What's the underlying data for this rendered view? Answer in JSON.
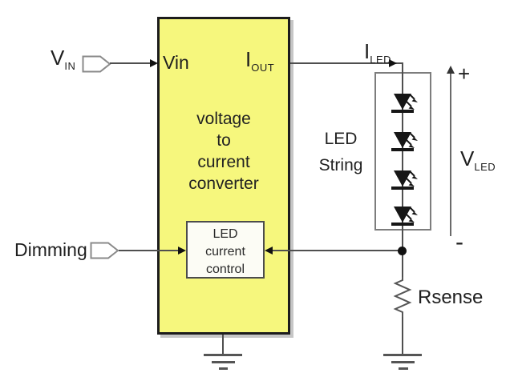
{
  "diagram": {
    "converter": {
      "pin_in": "Vin",
      "pin_out_base": "I",
      "pin_out_sub": "OUT",
      "title_lines": [
        "voltage",
        "to",
        "current",
        "converter"
      ]
    },
    "control_box": {
      "lines": [
        "LED",
        "current",
        "control"
      ]
    },
    "inputs": {
      "vin_base": "V",
      "vin_sub": "IN",
      "dimming": "Dimming"
    },
    "led_branch": {
      "iled_base": "I",
      "iled_sub": "LED",
      "string_label_lines": [
        "LED",
        "String"
      ],
      "vled_base": "V",
      "vled_sub": "LED",
      "plus": "+",
      "minus": "-",
      "rsense": "Rsense",
      "led_count": 4
    },
    "colors": {
      "converter_fill": "#f6f77d",
      "converter_border": "#1c1c1c",
      "wire": "#4f4f4f",
      "text": "#1f1f1f",
      "led_box_border": "#7d7d7d",
      "control_box_border": "#4c4c4c",
      "background": "#ffffff"
    },
    "icons": {
      "input_tag": "pentagon-flag-connector",
      "led": "diode-triangle-with-emission-arrows",
      "resistor": "zigzag",
      "ground": "three-bar-ground",
      "junction": "filled-dot",
      "arrowhead": "filled-triangle"
    }
  }
}
